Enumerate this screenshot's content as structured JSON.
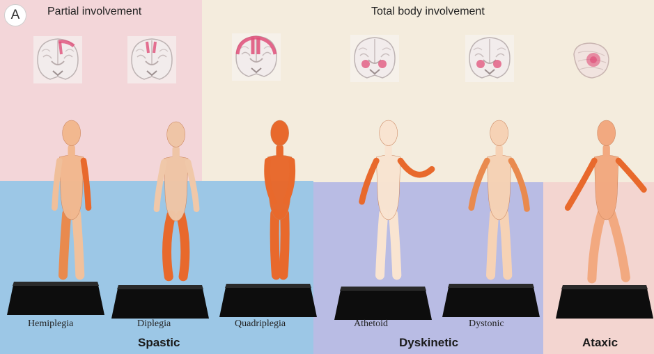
{
  "panel_letter": "A",
  "headers": {
    "partial": "Partial involvement",
    "total": "Total body involvement"
  },
  "subtypes": [
    "Hemiplegia",
    "Diplegia",
    "Quadriplegia",
    "Athetoid",
    "Dystonic"
  ],
  "categories": [
    "Spastic",
    "Dyskinetic",
    "Ataxic"
  ],
  "colors": {
    "partial_bg": "#f3d6d9",
    "total_bg": "#f4ecdd",
    "spastic_bg": "#9cc7e6",
    "dyskinetic_bg": "#b9bce4",
    "ataxic_bg": "#f3d5d0",
    "lesion": "#e0507a",
    "affected_limb": "#e8692c",
    "body_skin": "#f0c4a0",
    "platform": "#0d0d0d"
  },
  "figures": [
    {
      "name": "hemiplegia",
      "body": "#f2b88f",
      "head": "#f2b88f",
      "arms": [
        "#f0bf9a",
        "#e8692c"
      ],
      "legs": [
        "#e98a4e",
        "#f1c19c"
      ],
      "lesion": "cortex-right",
      "icon": "coronal-brain"
    },
    {
      "name": "diplegia",
      "body": "#efc5a6",
      "head": "#efc5a6",
      "arms": [
        "#f0c8a9",
        "#f0c8a9"
      ],
      "legs": [
        "#e8692c",
        "#e8692c"
      ],
      "lesion": "cortex-both",
      "icon": "coronal-brain"
    },
    {
      "name": "quadriplegia",
      "body": "#e8692c",
      "head": "#e8692c",
      "arms": [
        "#e8692c",
        "#e8692c"
      ],
      "legs": [
        "#e8692c",
        "#e8692c"
      ],
      "lesion": "cortex-extensive",
      "icon": "coronal-brain"
    },
    {
      "name": "athetoid",
      "body": "#f9e4d1",
      "head": "#f9e4d1",
      "arms": [
        "#e8692c",
        "#e8692c"
      ],
      "legs": [
        "#f9e4d1",
        "#f9e4d1"
      ],
      "lesion": "basal-ganglia",
      "icon": "coronal-brain"
    },
    {
      "name": "dystonic",
      "body": "#f6d2b5",
      "head": "#f6d2b5",
      "arms": [
        "#e98a4e",
        "#e98a4e"
      ],
      "legs": [
        "#f6d2b5",
        "#f6d2b5"
      ],
      "lesion": "basal-ganglia",
      "icon": "coronal-brain"
    },
    {
      "name": "ataxic",
      "body": "#f2a980",
      "head": "#f2a980",
      "arms": [
        "#e8692c",
        "#e8692c"
      ],
      "legs": [
        "#f2a980",
        "#f2a980"
      ],
      "lesion": "cerebellum",
      "icon": "cerebellum"
    }
  ]
}
